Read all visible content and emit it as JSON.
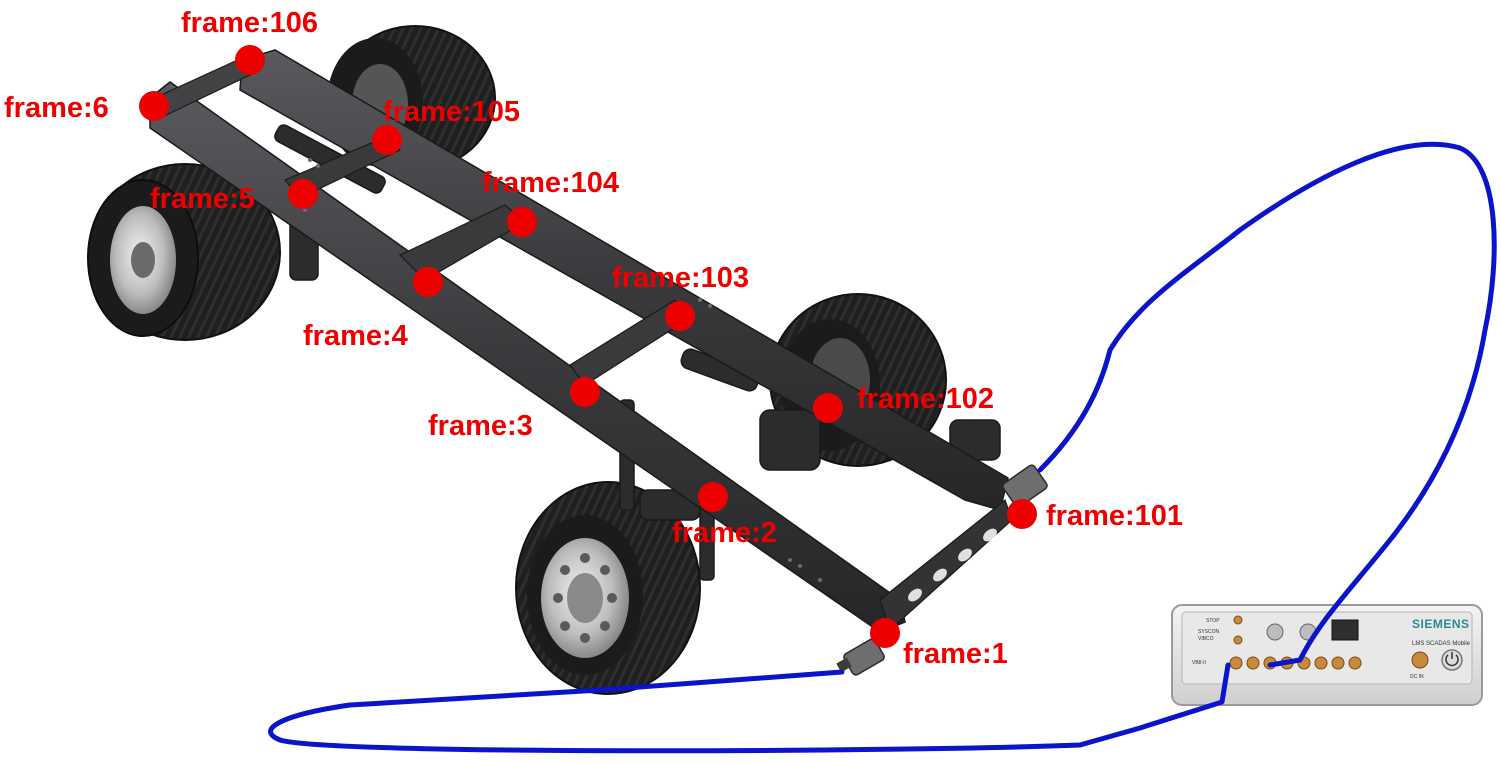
{
  "points": [
    {
      "id": "frame-1",
      "label": "frame:1"
    },
    {
      "id": "frame-2",
      "label": "frame:2"
    },
    {
      "id": "frame-3",
      "label": "frame:3"
    },
    {
      "id": "frame-4",
      "label": "frame:4"
    },
    {
      "id": "frame-5",
      "label": "frame:5"
    },
    {
      "id": "frame-6",
      "label": "frame:6"
    },
    {
      "id": "frame-101",
      "label": "frame:101"
    },
    {
      "id": "frame-102",
      "label": "frame:102"
    },
    {
      "id": "frame-103",
      "label": "frame:103"
    },
    {
      "id": "frame-104",
      "label": "frame:104"
    },
    {
      "id": "frame-105",
      "label": "frame:105"
    },
    {
      "id": "frame-106",
      "label": "frame:106"
    }
  ],
  "daq": {
    "brand": "SIEMENS",
    "model": "LMS SCADAS Mobile",
    "panel_stop": "STOP",
    "panel_syscon": "SYSCON",
    "panel_vibco": "VIBCO",
    "panel_vb8": "VB8-II",
    "panel_dc": "DC IN"
  },
  "colors": {
    "marker": "#ee0000",
    "cable": "#0a14c8",
    "frame_metal": "#3a3a3c",
    "tire": "#1e1e1e"
  }
}
